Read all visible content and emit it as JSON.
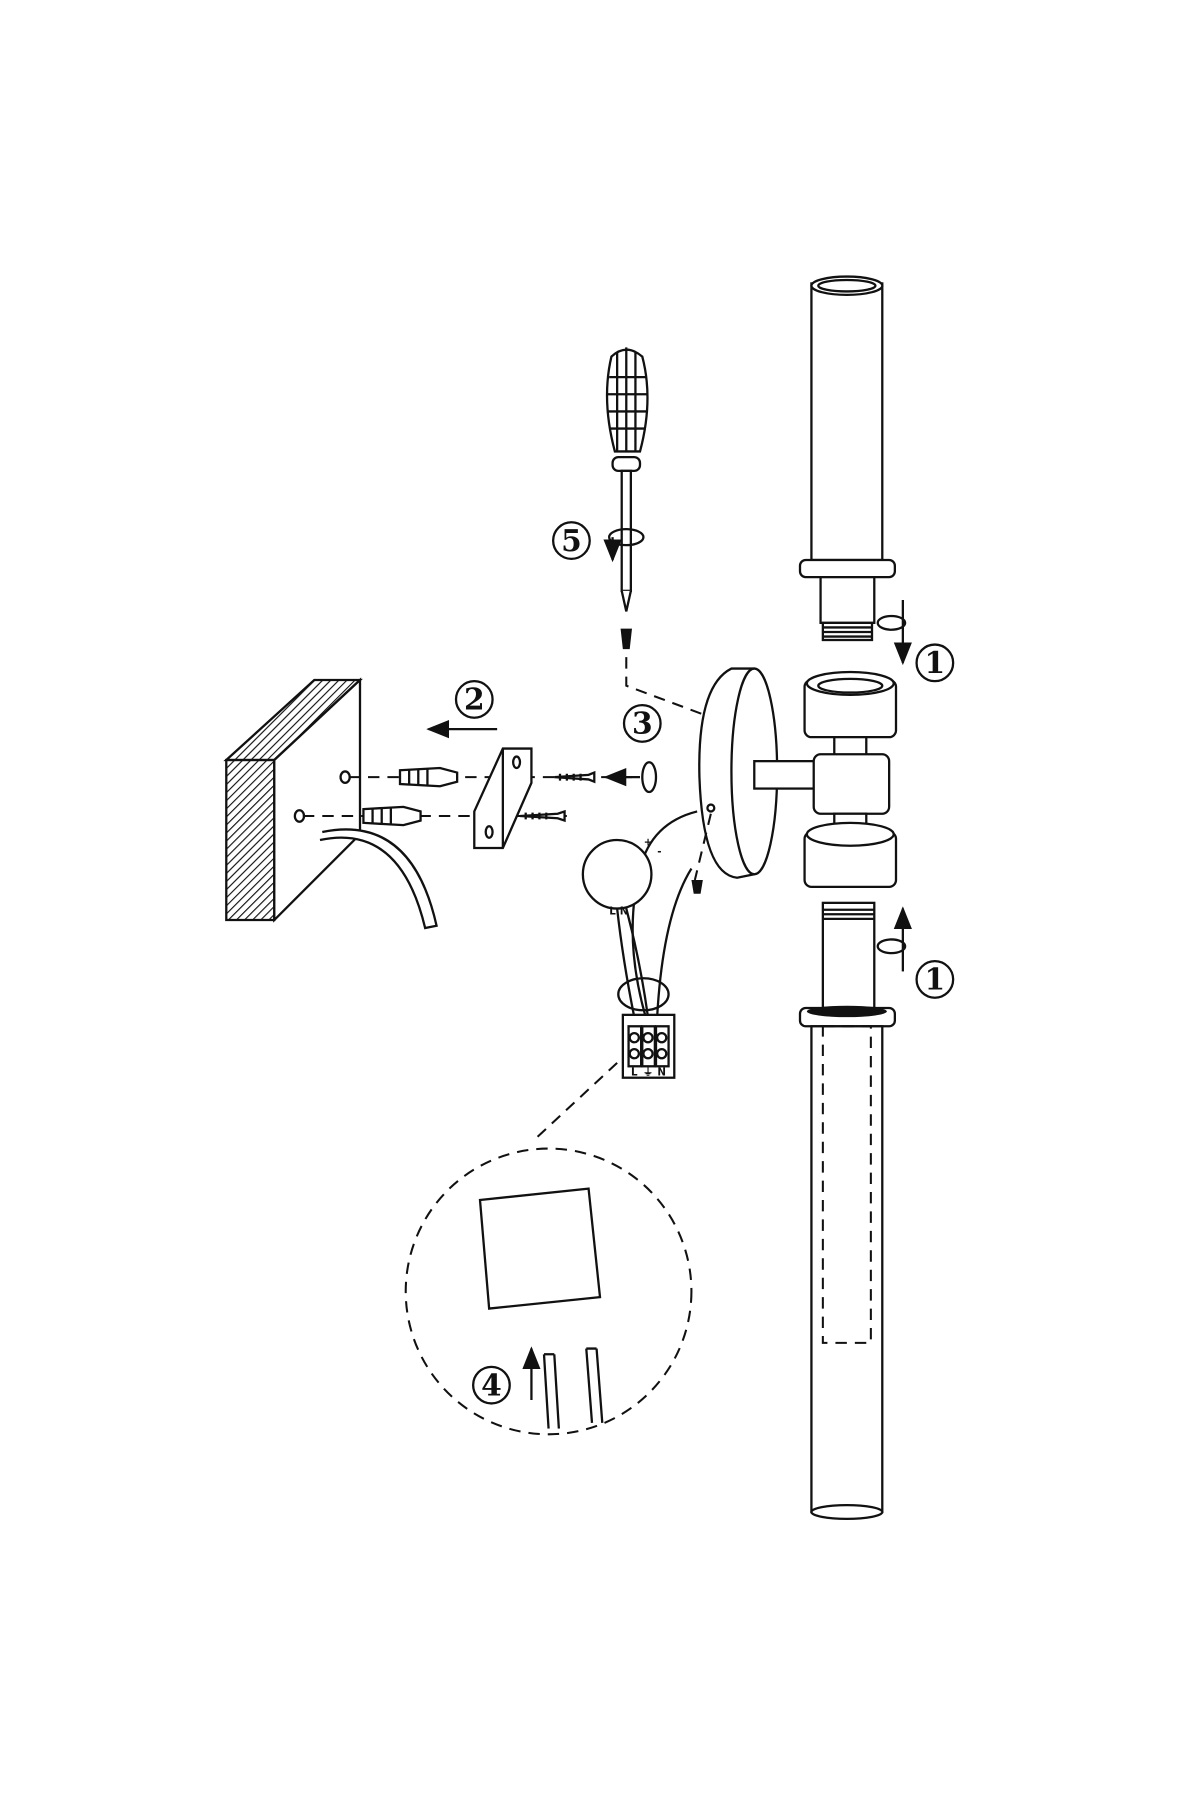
{
  "diagram": {
    "steps": {
      "unscrew_top_tube": "1",
      "unscrew_bottom_tube": "1",
      "mount_bracket": "2",
      "fix_canopy": "3",
      "strip_wires": "4",
      "tighten_screw": "5"
    },
    "terminal_labels": [
      "L",
      "⏚",
      "N"
    ],
    "polarity_labels": [
      "+",
      "-"
    ],
    "cable_labels": [
      "L",
      "N"
    ]
  }
}
